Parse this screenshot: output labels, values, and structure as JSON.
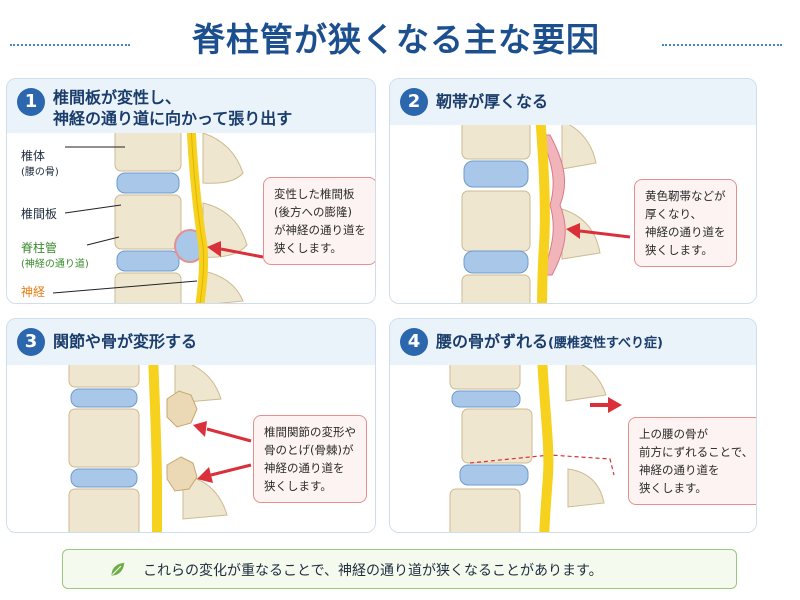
{
  "title": "脊柱管が狭くなる主な要因",
  "panels": [
    {
      "number": "1",
      "title_line1": "椎間板が変性し、",
      "title_line2": "神経の通り道に向かって張り出す",
      "labels": {
        "vertebra": "椎体",
        "vertebra_sub": "(腰の骨)",
        "disc": "椎間板",
        "canal": "脊柱管",
        "canal_sub": "(神経の通り道)",
        "nerve": "神経"
      },
      "callout": [
        "変性した椎間板",
        "(後方への膨隆)",
        "が神経の通り道を",
        "狭くします。"
      ]
    },
    {
      "number": "2",
      "title": "靭帯が厚くなる",
      "callout": [
        "黄色靭帯などが",
        "厚くなり、",
        "神経の通り道を",
        "狭くします。"
      ]
    },
    {
      "number": "3",
      "title": "関節や骨が変形する",
      "callout": [
        "椎間関節の変形や",
        "骨のとげ(骨棘)が",
        "神経の通り道を",
        "狭くします。"
      ]
    },
    {
      "number": "4",
      "title": "腰の骨がずれる",
      "title_sub": "(腰椎変性すべり症)",
      "callout": [
        "上の腰の骨が",
        "前方にずれることで、",
        "神経の通り道を",
        "狭くします。"
      ]
    }
  ],
  "footer": "これらの変化が重なることで、神経の通り道が狭くなることがあります。",
  "colors": {
    "title": "#1c4f8e",
    "number_badge": "#2c66ad",
    "panel_bg": "#eef4fa",
    "bone": "#efe6cf",
    "disc": "#a9c7e8",
    "nerve": "#f6d21e",
    "arrow": "#d9303a",
    "callout_border": "#e58f8f",
    "footer_border": "#9cc77f"
  },
  "icons": [
    "leaf-icon",
    "arrow-icon"
  ]
}
